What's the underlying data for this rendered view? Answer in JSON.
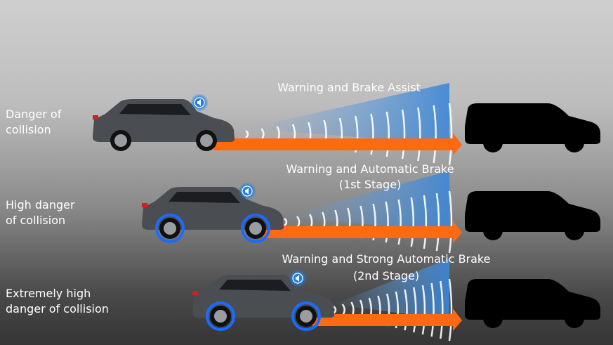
{
  "rows": [
    {
      "label": "Danger of\ncollision",
      "title": "Warning and Brake Assist",
      "subtitle": ""
    },
    {
      "label": "High danger\nof collision",
      "title": "Warning and Automatic Brake",
      "subtitle": "(1st Stage)"
    },
    {
      "label": "Extremely high\ndanger of collision",
      "title": "Warning and Strong Automatic Brake",
      "subtitle": "(2nd Stage)"
    }
  ],
  "colors": {
    "arrow": "#ff6a10",
    "wave": "#4a90d9",
    "alert_icon": "#1e7fe0",
    "brake_glow": "#1a6cff",
    "target_car": "#000000",
    "own_car": "#4a4d52"
  },
  "icons": [
    "speaker-alert-icon",
    "brake-indicator-icon"
  ]
}
